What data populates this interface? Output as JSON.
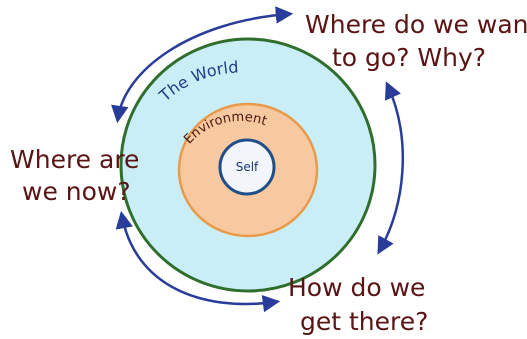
{
  "diagram": {
    "rings": {
      "outer": {
        "label": "The World",
        "fill": "#c9eef6",
        "stroke": "#2f6e2c"
      },
      "middle": {
        "label": "Environment",
        "fill": "#f8c8a0",
        "stroke": "#e89a4a"
      },
      "inner": {
        "label": "Self",
        "fill": "#f2f6fb",
        "stroke": "#1f4f8a"
      }
    },
    "questions": {
      "top_line1": "Where do we want",
      "top_line2": "to go? Why?",
      "left_line1": "Where are",
      "left_line2": "we now?",
      "bottom_line1": "How do we",
      "bottom_line2": "get there?"
    },
    "colors": {
      "arrow": "#2a3c9a",
      "question_text": "#5a1414"
    }
  }
}
